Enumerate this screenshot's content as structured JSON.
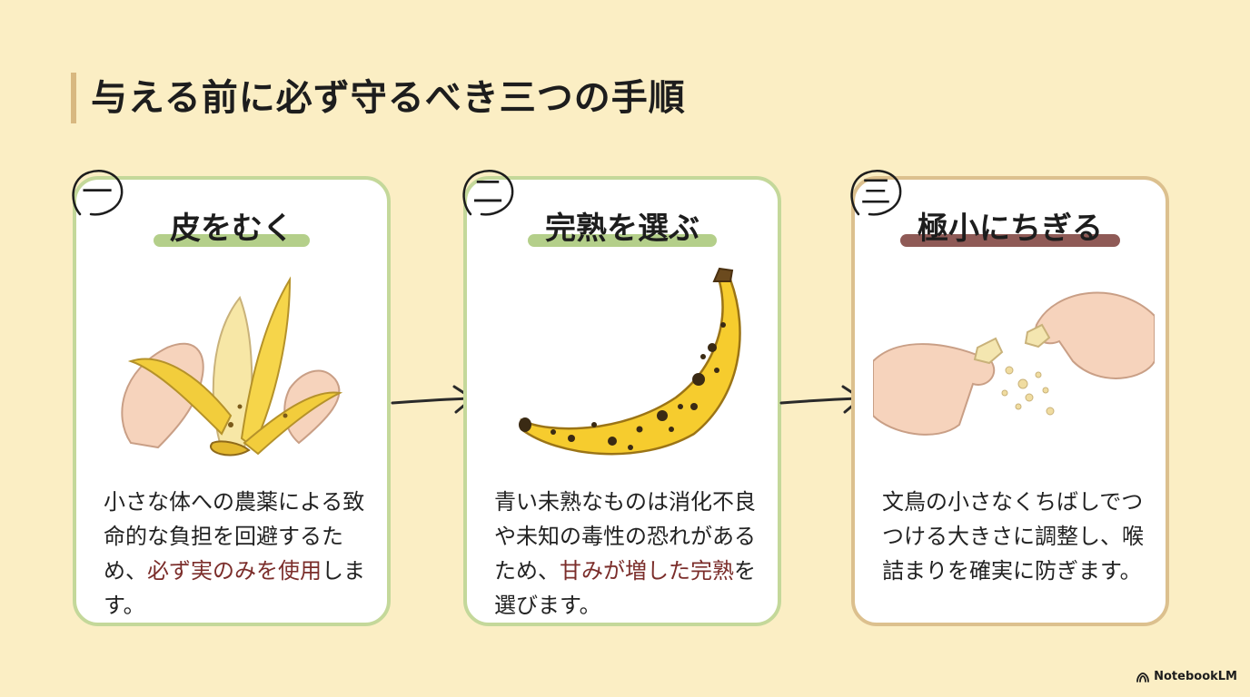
{
  "page": {
    "title": "与える前に必ず守るべき三つの手順"
  },
  "steps": [
    {
      "number": "一",
      "title": "皮をむく",
      "body_pre": "小さな体への農薬による致命的な負担を回避するため、",
      "body_em": "必ず実のみを使用",
      "body_post": "します。",
      "icon": "peeled-banana-icon"
    },
    {
      "number": "二",
      "title": "完熟を選ぶ",
      "body_pre": "青い未熟なものは消化不良や未知の毒性の恐れがあるため、",
      "body_em": "甘みが増した完熟",
      "body_post": "を選びます。",
      "icon": "ripe-banana-icon"
    },
    {
      "number": "三",
      "title": "極小にちぎる",
      "body_pre": "文鳥の小さなくちばしでつつける大きさに調整し、喉詰まりを確実に防ぎます。",
      "body_em": "",
      "body_post": "",
      "icon": "hands-tearing-banana-icon"
    }
  ],
  "brand": {
    "label": "NotebookLM"
  },
  "colors": {
    "background": "#fbeec4",
    "card_border_green": "#c4d89a",
    "card_border_tan": "#dcc08e",
    "highlight_green": "#b4cf8a",
    "highlight_brown": "#8f5a56",
    "emphasis_text": "#7b2d2a"
  }
}
